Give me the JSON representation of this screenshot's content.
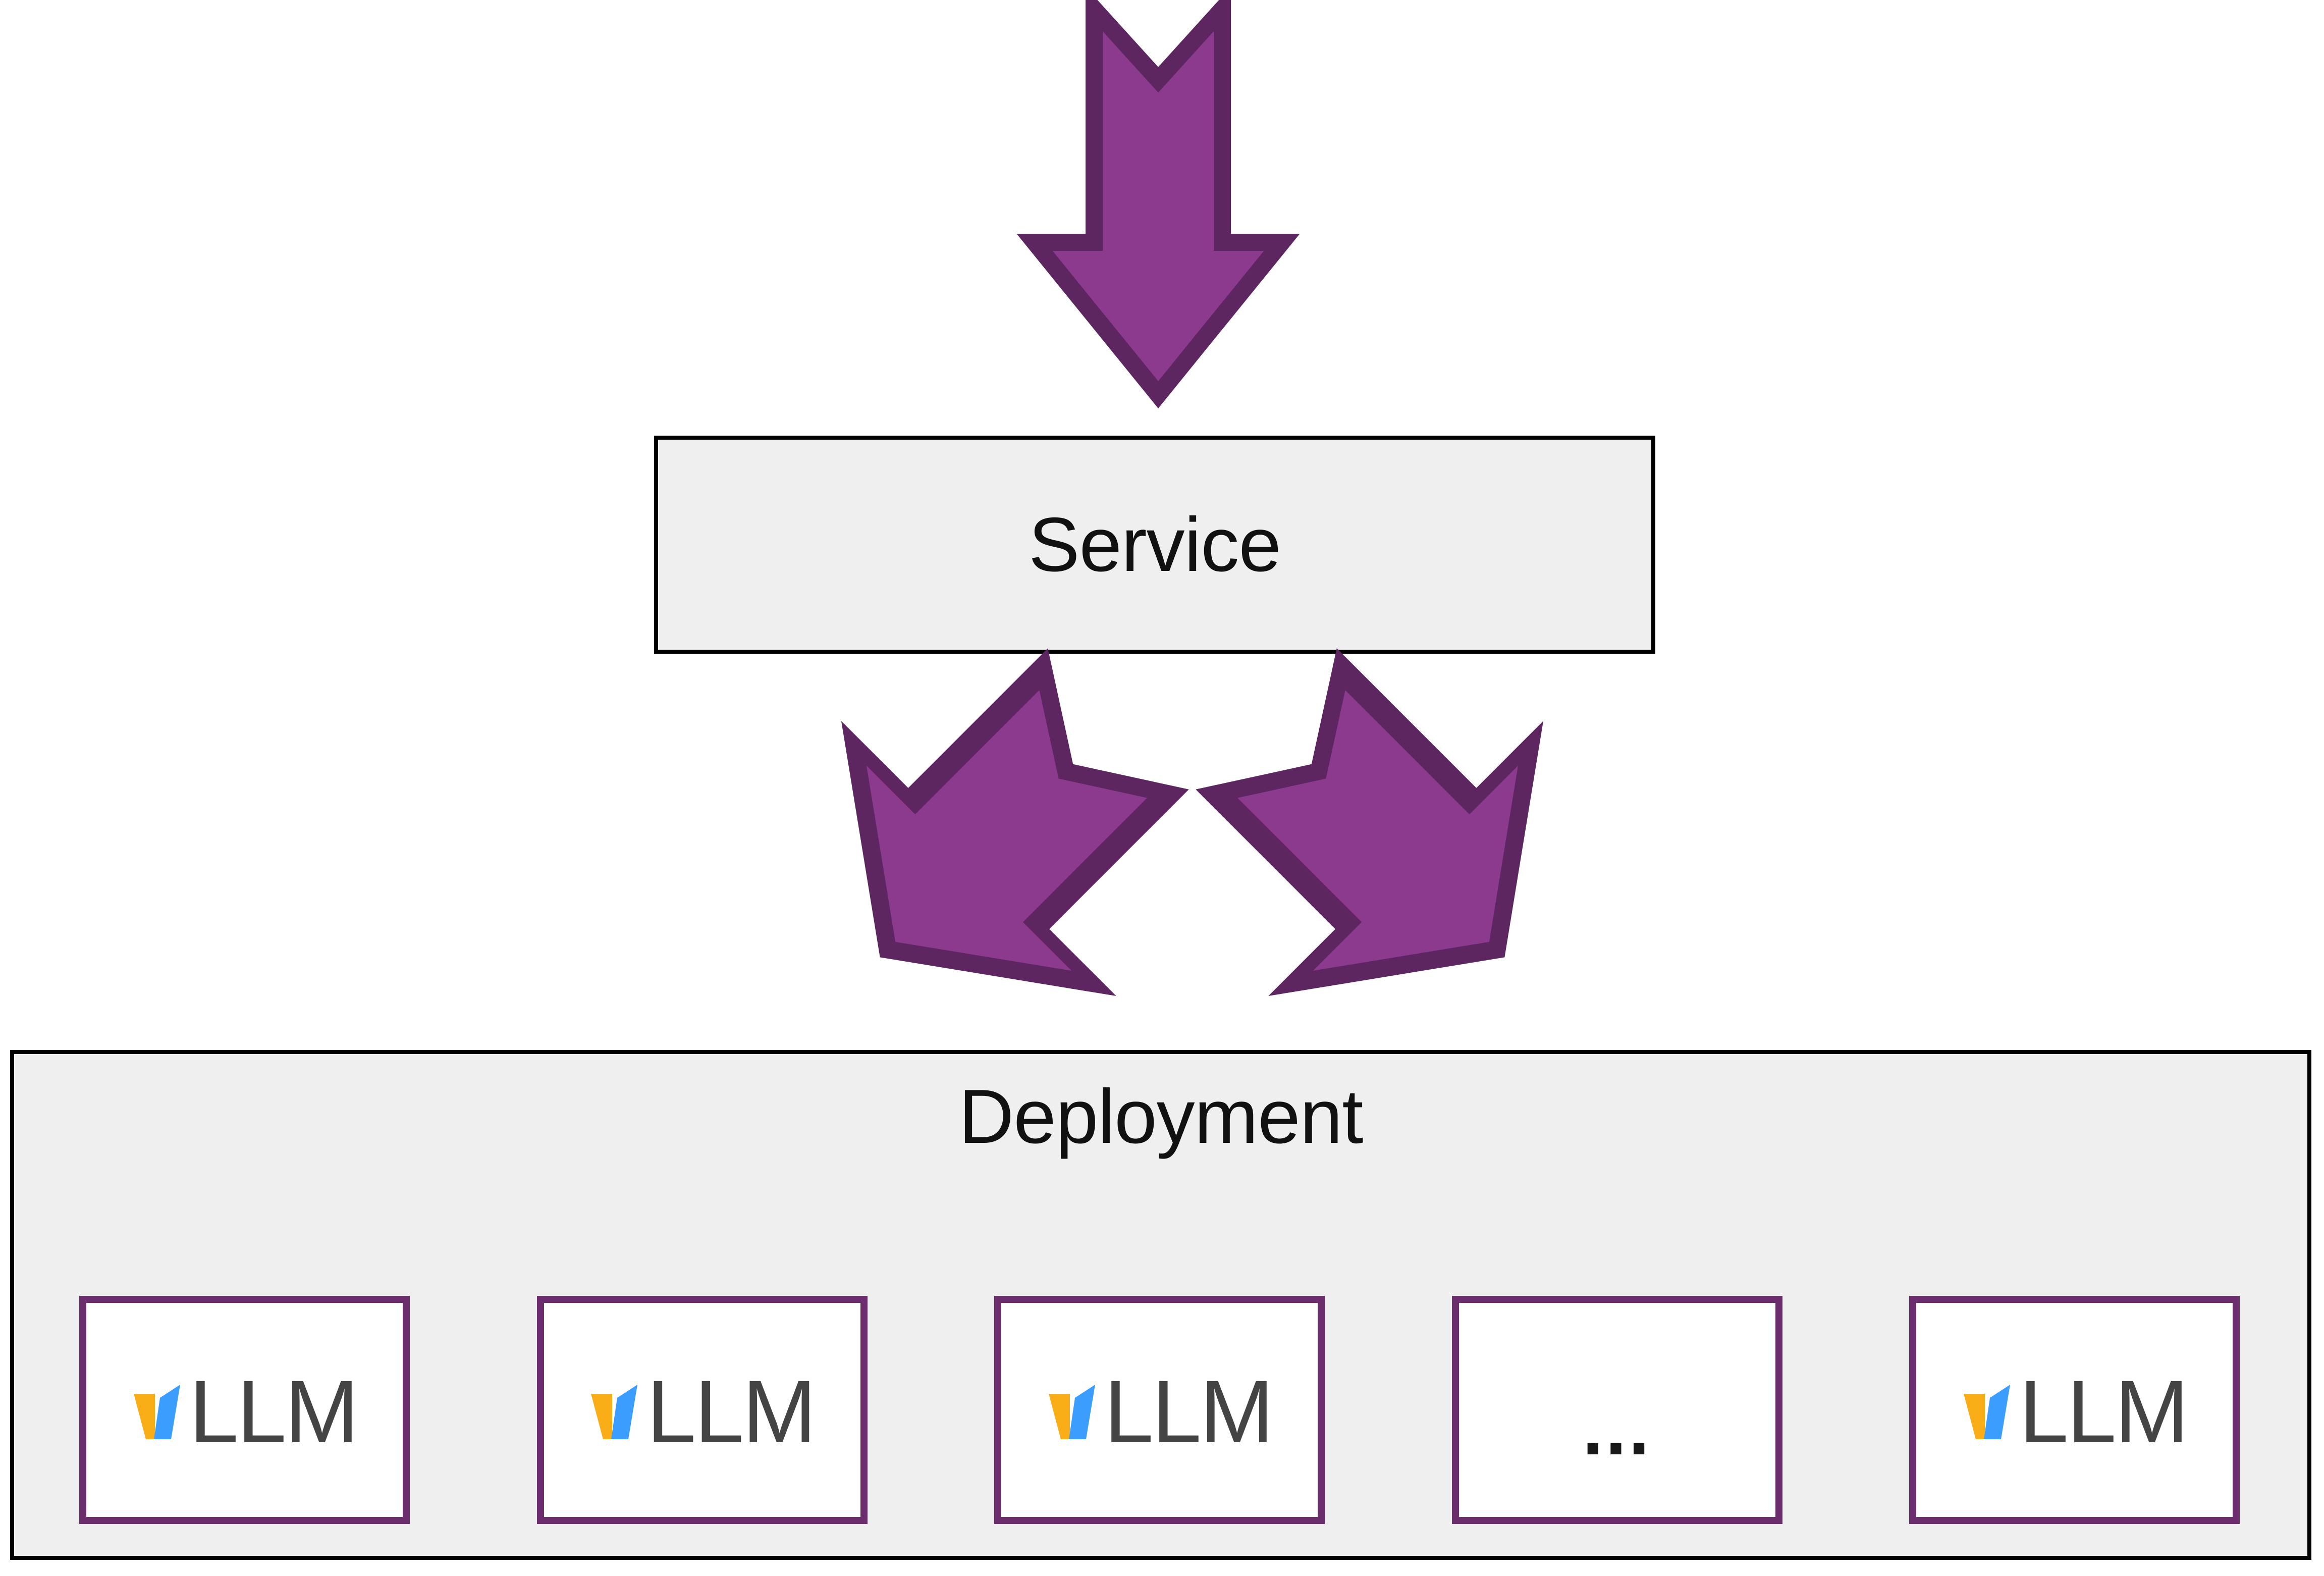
{
  "diagram": {
    "title_nodes": {
      "service": "Service",
      "deployment": "Deployment"
    },
    "colors": {
      "arrow_fill": "#8b3a8e",
      "arrow_outline": "#5d2660",
      "box_fill": "#efefef",
      "box_border": "#000000",
      "pod_border": "#6b2d6b",
      "pod_fill": "#ffffff",
      "logo_orange": "#f9ad16",
      "logo_blue": "#3b9eff",
      "logo_text": "#444444"
    },
    "arrows": [
      {
        "name": "ingress-arrow-down",
        "direction": "down"
      },
      {
        "name": "service-to-pods-arrow-left",
        "direction": "down-left"
      },
      {
        "name": "service-to-pods-arrow-right",
        "direction": "down-right"
      }
    ],
    "pods": [
      {
        "type": "vllm",
        "logo_text": "LLM",
        "icon": "vllm-logo-icon"
      },
      {
        "type": "vllm",
        "logo_text": "LLM",
        "icon": "vllm-logo-icon"
      },
      {
        "type": "vllm",
        "logo_text": "LLM",
        "icon": "vllm-logo-icon"
      },
      {
        "type": "ellipsis",
        "logo_text": "...",
        "icon": "ellipsis-icon"
      },
      {
        "type": "vllm",
        "logo_text": "LLM",
        "icon": "vllm-logo-icon"
      }
    ]
  }
}
